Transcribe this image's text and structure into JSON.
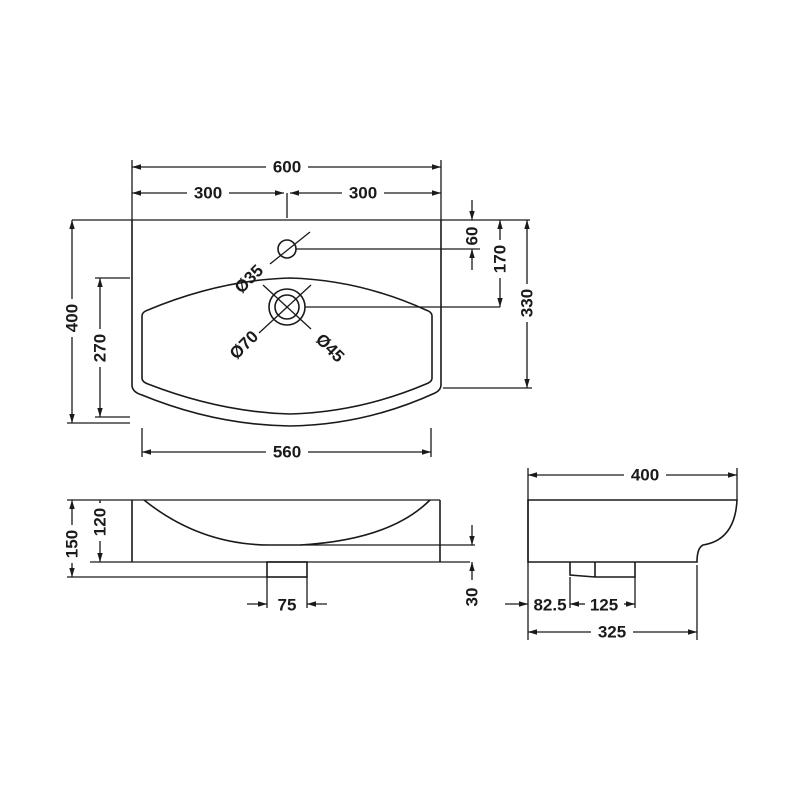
{
  "plan_view": {
    "overall_width": "600",
    "half_width_left": "300",
    "half_width_right": "300",
    "overall_depth": "400",
    "basin_depth": "270",
    "basin_width": "560",
    "tap_hole_offset": "60",
    "waste_offset": "170",
    "front_edge_depth": "330",
    "tap_hole_diameter": "Ø35",
    "waste_outer_diameter": "Ø70",
    "waste_inner_diameter": "Ø45"
  },
  "front_view": {
    "overall_height": "150",
    "basin_height": "120",
    "waste_height": "30",
    "waste_width": "75"
  },
  "side_view": {
    "overall_depth": "400",
    "waste_offset": "82.5",
    "waste_width": "125",
    "base_depth": "325"
  },
  "colors": {
    "line": "#1a1a1a",
    "background": "#ffffff"
  }
}
